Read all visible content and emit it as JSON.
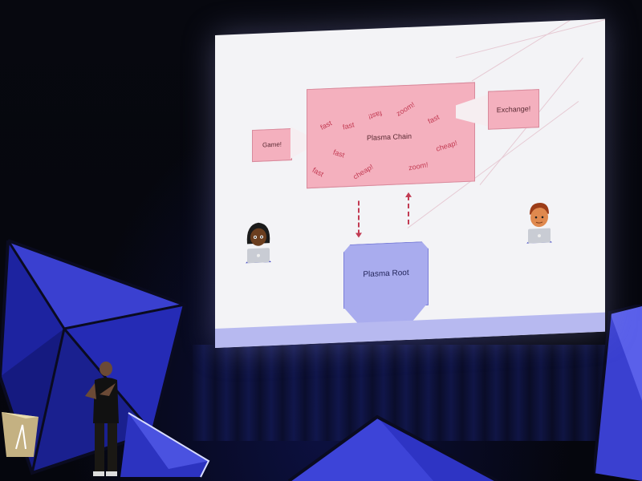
{
  "slide": {
    "plasma_chain_label": "Plasma Chain",
    "game_label": "Game!",
    "exchange_label": "Exchange!",
    "plasma_root_label": "Plasma Root",
    "chain_words": [
      "fast",
      "fast",
      "fast!",
      "zoom!",
      "fast",
      "fast",
      "cheap!",
      "fast",
      "cheap!",
      "zoom!"
    ]
  },
  "colors": {
    "chain_fill": "#f4b0be",
    "root_fill": "#a9acee",
    "accent_red": "#c23a52",
    "stage_blue": "#2a2fb8"
  },
  "icons": [
    "woman-technologist-icon",
    "man-technologist-icon",
    "laptop-icon"
  ]
}
